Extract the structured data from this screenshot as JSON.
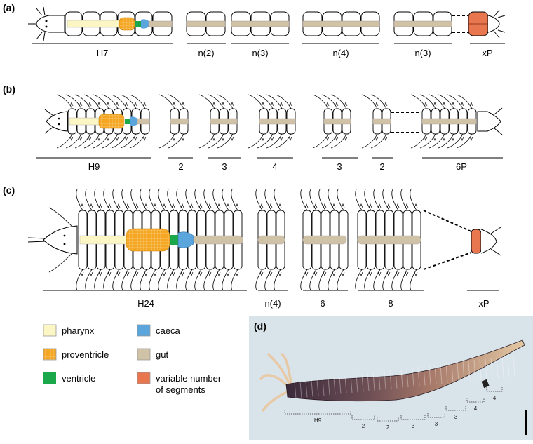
{
  "panels": {
    "a": {
      "tag": "(a)",
      "groups": [
        "H7",
        "n(2)",
        "n(3)",
        "n(4)",
        "n(3)",
        "xP"
      ]
    },
    "b": {
      "tag": "(b)",
      "groups": [
        "H9",
        "2",
        "3",
        "4",
        "3",
        "2",
        "6P"
      ]
    },
    "c": {
      "tag": "(c)",
      "groups": [
        "H24",
        "n(4)",
        "6",
        "8",
        "xP"
      ]
    },
    "d": {
      "tag": "(d)",
      "brackets": [
        "H9",
        "2",
        "2",
        "3",
        "3",
        "3",
        "4",
        "4"
      ]
    }
  },
  "legend": [
    {
      "label": "pharynx",
      "color": "#fbf6c3"
    },
    {
      "label": "proventricle",
      "color": "#f5a623"
    },
    {
      "label": "ventricle",
      "color": "#1aa84a"
    },
    {
      "label": "caeca",
      "color": "#5aa6dc"
    },
    {
      "label": "gut",
      "color": "#cfc2a6"
    },
    {
      "label": "variable number\nof segments",
      "color": "#e8764f"
    }
  ],
  "colors": {
    "pharynx": "#fbf6c3",
    "proventricle": "#f5a623",
    "ventricle": "#1aa84a",
    "caeca": "#5aa6dc",
    "gut": "#cfc2a6",
    "variable": "#e8764f",
    "photo_bg": "#d9e3ea"
  }
}
